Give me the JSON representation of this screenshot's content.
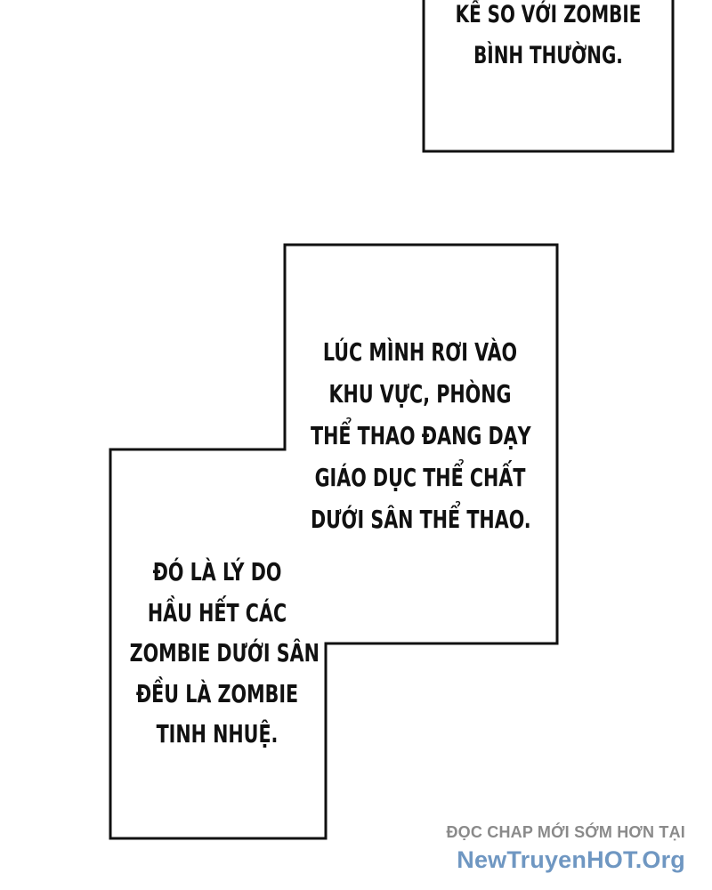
{
  "captions": {
    "top": {
      "lines": [
        "KẾ SO VỚI ZOMBIE",
        "BÌNH THƯỜNG."
      ]
    },
    "middle": {
      "lines": [
        "LÚC MÌNH RƠI VÀO",
        "KHU VỰC, PHÒNG",
        "THỂ THAO ĐANG DẠY",
        "GIÁO DỤC THỂ CHẤT",
        "DƯỚI SÂN THỂ THAO."
      ]
    },
    "lower": {
      "lines": [
        "ĐÓ LÀ LÝ DO",
        "HẦU HẾT CÁC",
        "ZOMBIE DƯỚI SÂN",
        "ĐỀU LÀ ZOMBIE",
        "TINH NHUỆ."
      ]
    }
  },
  "watermark": {
    "line1": "ĐỌC CHAP MỚI SỚM HƠN TẠI",
    "line2": "NewTruyenHOT.Org"
  },
  "colors": {
    "background": "#ffffff",
    "border": "#111111",
    "text": "#111111",
    "watermark_gray": "#8a8a8a",
    "watermark_blue": "#6f97c2"
  }
}
